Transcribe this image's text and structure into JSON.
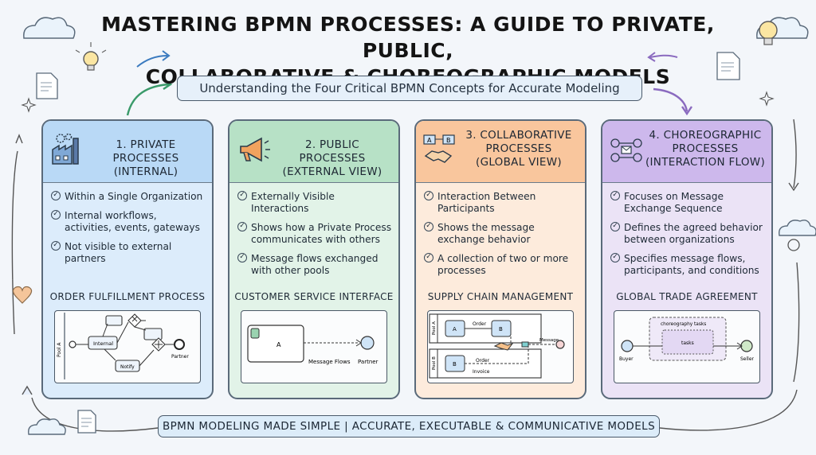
{
  "header": {
    "title_line1": "MASTERING BPMN PROCESSES: A GUIDE TO PRIVATE, PUBLIC,",
    "title_line2": "COLLABORATIVE & CHOREOGRAPHIC MODELS",
    "subtitle": "Understanding the Four Critical BPMN Concepts for Accurate Modeling"
  },
  "cards": [
    {
      "title_line1": "1. PRIVATE PROCESSES",
      "title_line2": "(INTERNAL)",
      "icon": "factory-gears-icon",
      "points": [
        "Within a Single Organization",
        "Internal workflows, activities, events, gateways",
        "Not visible to external partners"
      ],
      "example": "ORDER FULFILLMENT PROCESS",
      "diagram": {
        "pool": "Pool A",
        "task1": "Internal",
        "task2": "Notify",
        "end": "Partner"
      }
    },
    {
      "title_line1": "2. PUBLIC PROCESSES",
      "title_line2": "(EXTERNAL VIEW)",
      "icon": "megaphone-icon",
      "points": [
        "Externally Visible Interactions",
        "Shows how a Private Process communicates with others",
        "Message flows exchanged with other pools"
      ],
      "example": "CUSTOMER SERVICE INTERFACE",
      "diagram": {
        "task": "A",
        "flow": "Message Flows",
        "end": "Partner"
      }
    },
    {
      "title_line1": "3. COLLABORATIVE",
      "title_line2": "PROCESSES",
      "title_line3": "(GLOBAL VIEW)",
      "icon": "handshake-icon",
      "icon_labels": [
        "A",
        "B"
      ],
      "points": [
        "Interaction Between Participants",
        "Shows the message exchange behavior",
        "A collection of two or more processes"
      ],
      "example": "SUPPLY CHAIN MANAGEMENT",
      "diagram": {
        "pool_a": "Pool A",
        "pool_b": "Pool B",
        "a": "A",
        "b": "B",
        "order": "Order",
        "order2": "Order",
        "invoice": "Invoice",
        "message": "Message"
      }
    },
    {
      "title_line1": "4. CHOREOGRAPHIC",
      "title_line2": "PROCESSES",
      "title_line3": "(INTERACTION FLOW)",
      "icon": "message-flow-icon",
      "points": [
        "Focuses on Message Exchange Sequence",
        "Defines the agreed behavior between organizations",
        "Specifies message flows, participants, and conditions"
      ],
      "example": "GLOBAL TRADE AGREEMENT",
      "diagram": {
        "label": "choreography tasks",
        "task": "tasks",
        "start": "Buyer",
        "end": "Seller"
      }
    }
  ],
  "footer": "BPMN MODELING MADE SIMPLE | ACCURATE, EXECUTABLE & COMMUNICATIVE MODELS",
  "colors": {
    "private": "#b9d9f6",
    "public": "#b7e1c6",
    "collaborative": "#f9c69d",
    "choreographic": "#cdb8ec"
  }
}
